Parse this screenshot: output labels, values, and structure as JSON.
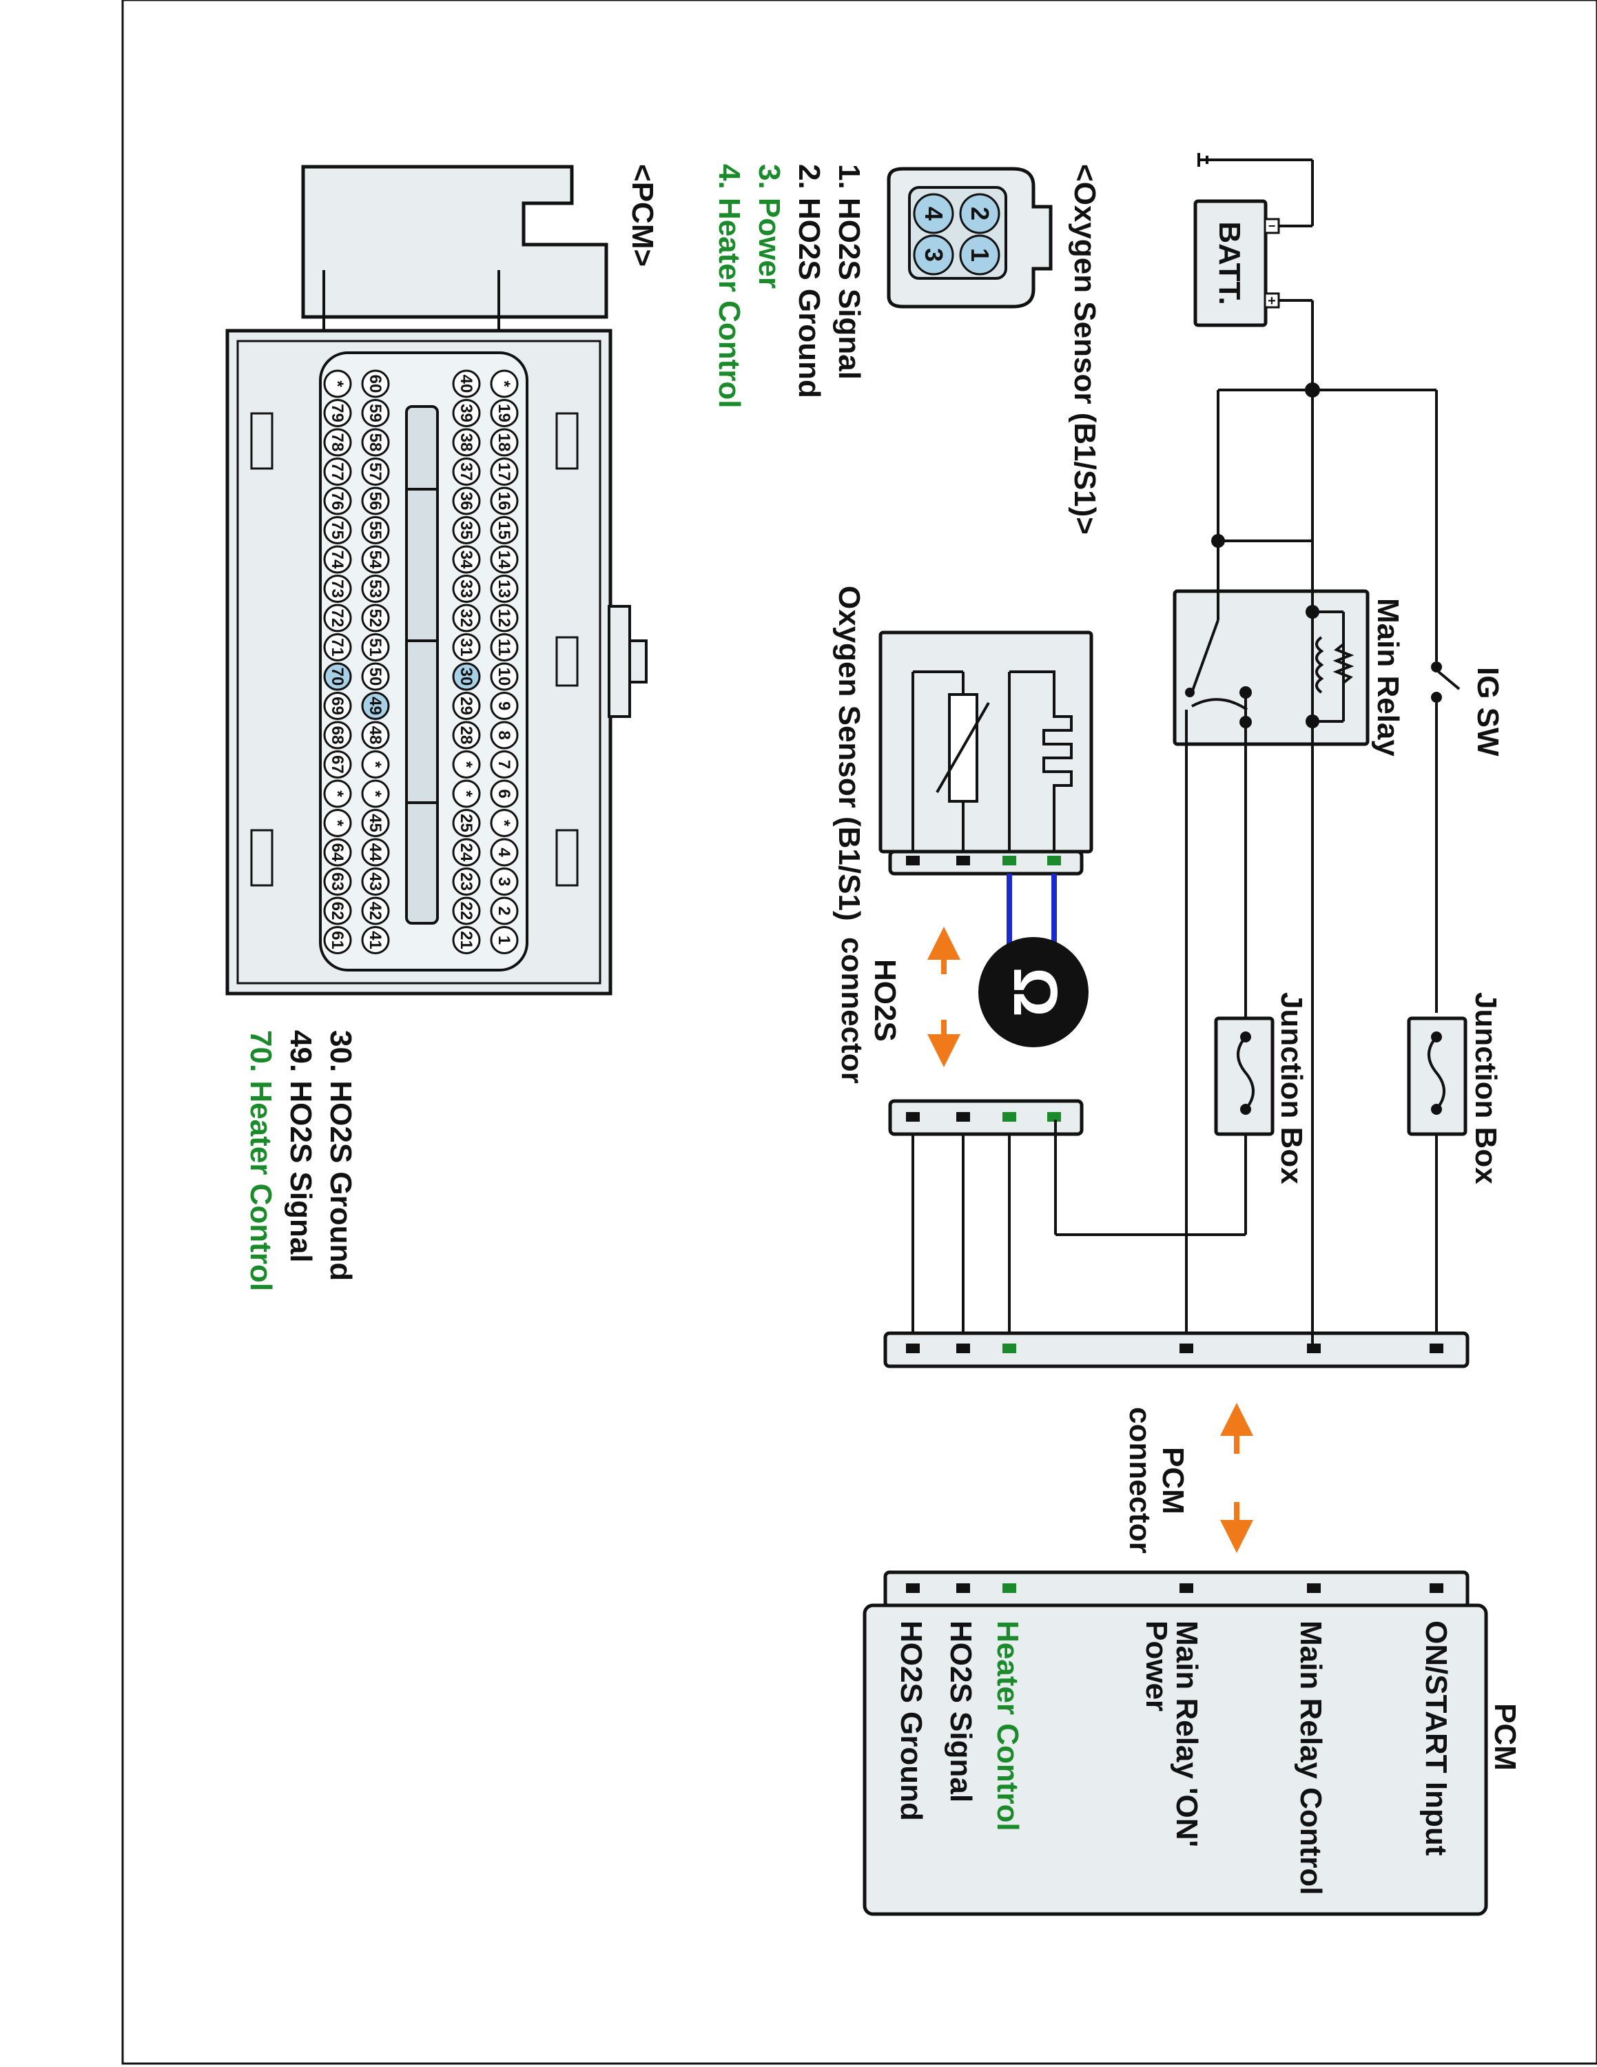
{
  "battery": {
    "label": "BATT.",
    "plus": "+",
    "minus": "−"
  },
  "ig_sw": {
    "label": "IG SW"
  },
  "main_relay": {
    "label": "Main Relay"
  },
  "junction_box_1": {
    "label": "Junction Box"
  },
  "junction_box_2": {
    "label": "Junction Box"
  },
  "sensor_block": {
    "label": "Oxygen Sensor (B1/S1)"
  },
  "ho2s_connector": {
    "label_line1": "HO2S",
    "label_line2": "connector"
  },
  "pcm_connector": {
    "label_line1": "PCM",
    "label_line2": "connector"
  },
  "pcm_block": {
    "title": "PCM",
    "pins": [
      {
        "label": "ON/START Input",
        "color": "#111111"
      },
      {
        "label": "Main Relay Control",
        "color": "#111111"
      },
      {
        "label_line1": "Main Relay 'ON'",
        "label_line2": "Power",
        "color": "#111111"
      },
      {
        "label": "Heater Control",
        "color": "#1a8a2a"
      },
      {
        "label": "HO2S  Signal",
        "color": "#111111"
      },
      {
        "label": "HO2S  Ground",
        "color": "#111111"
      }
    ]
  },
  "o2_connector_face": {
    "title": "<Oxygen Sensor (B1/S1)>",
    "pins": [
      "1",
      "2",
      "3",
      "4"
    ],
    "legend": [
      {
        "text": "1. HO2S  Signal",
        "color": "#111111"
      },
      {
        "text": "2. HO2S  Ground",
        "color": "#111111"
      },
      {
        "text": "3. Power",
        "color": "#1a8a2a"
      },
      {
        "text": "4. Heater Control",
        "color": "#1a8a2a"
      }
    ]
  },
  "pcm_connector_face": {
    "title": "<PCM>",
    "rows": [
      [
        "*",
        "19",
        "18",
        "17",
        "16",
        "15",
        "14",
        "13",
        "12",
        "11",
        "10",
        "9",
        "8",
        "7",
        "6",
        "*",
        "4",
        "3",
        "2",
        "1"
      ],
      [
        "40",
        "39",
        "38",
        "37",
        "36",
        "35",
        "34",
        "33",
        "32",
        "31",
        "30",
        "29",
        "28",
        "*",
        "*",
        "25",
        "24",
        "23",
        "22",
        "21"
      ],
      [
        "60",
        "59",
        "58",
        "57",
        "56",
        "55",
        "54",
        "53",
        "52",
        "51",
        "50",
        "49",
        "48",
        "*",
        "*",
        "45",
        "44",
        "43",
        "42",
        "41"
      ],
      [
        "*",
        "79",
        "78",
        "77",
        "76",
        "75",
        "74",
        "73",
        "72",
        "71",
        "70",
        "69",
        "68",
        "67",
        "*",
        "*",
        "64",
        "63",
        "62",
        "61"
      ]
    ],
    "highlighted": [
      "30",
      "49",
      "70"
    ],
    "legend": [
      {
        "text": "30. HO2S  Ground",
        "color": "#111111"
      },
      {
        "text": "49. HO2S  Signal",
        "color": "#111111"
      },
      {
        "text": "70. Heater Control",
        "color": "#1a8a2a"
      }
    ]
  }
}
